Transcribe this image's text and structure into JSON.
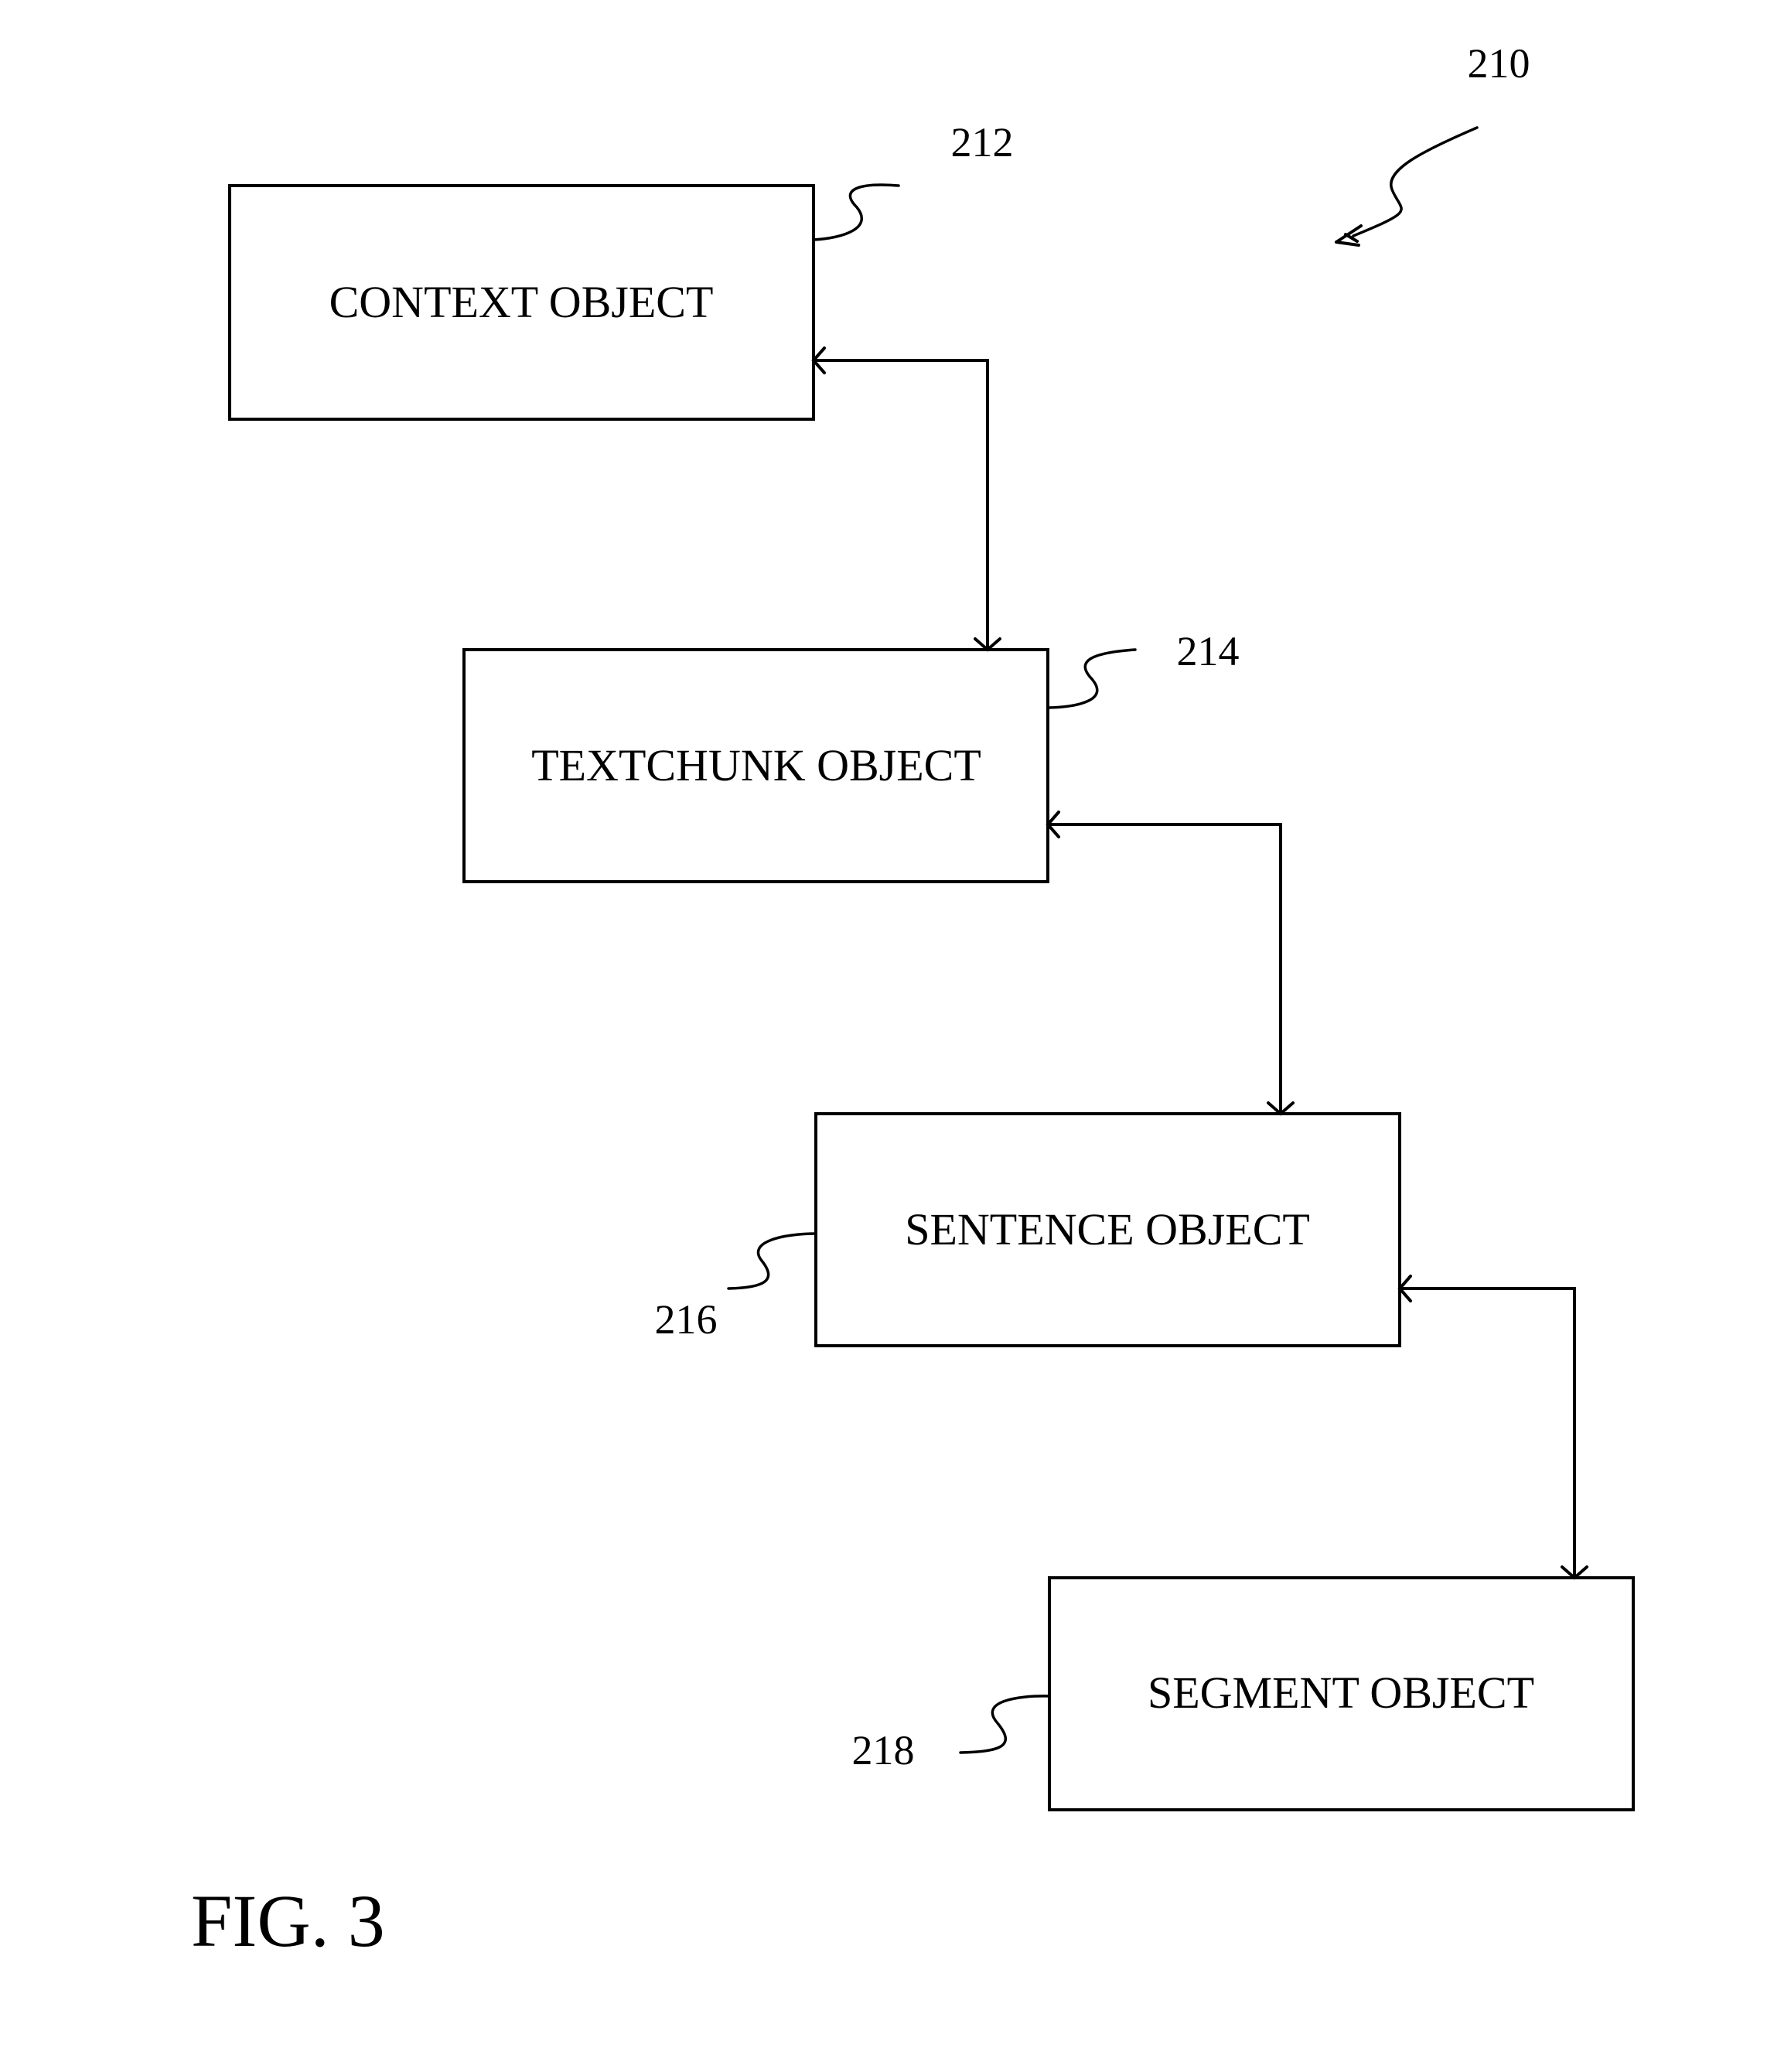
{
  "diagram": {
    "reference_number": "210",
    "caption": "FIG. 3",
    "boxes": [
      {
        "id": "context",
        "label": "CONTEXT OBJECT",
        "ref": "212"
      },
      {
        "id": "textchunk",
        "label": "TEXTCHUNK OBJECT",
        "ref": "214"
      },
      {
        "id": "sentence",
        "label": "SENTENCE OBJECT",
        "ref": "216"
      },
      {
        "id": "segment",
        "label": "SEGMENT OBJECT",
        "ref": "218"
      }
    ],
    "connections": [
      {
        "from": "context",
        "to": "textchunk",
        "direction": "bidirectional"
      },
      {
        "from": "textchunk",
        "to": "sentence",
        "direction": "bidirectional"
      },
      {
        "from": "sentence",
        "to": "segment",
        "direction": "bidirectional"
      }
    ]
  }
}
